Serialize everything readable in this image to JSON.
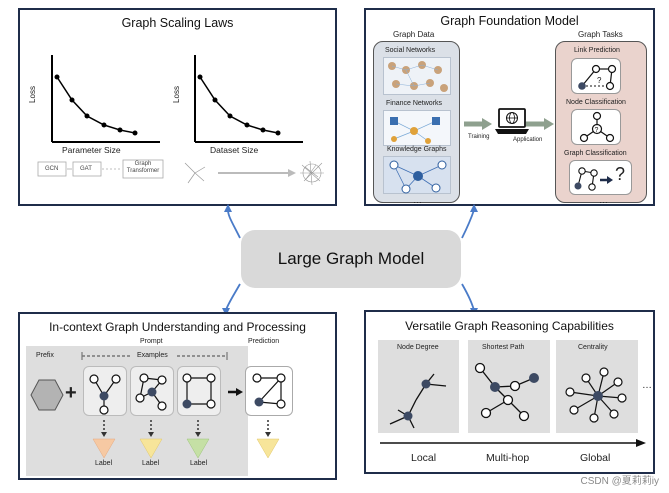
{
  "center_title": "Large Graph Model",
  "panel_scaling": {
    "title": "Graph Scaling Laws",
    "loss_label": "Loss",
    "x_label_left": "Parameter  Size",
    "x_label_right": "Dataset  Size",
    "models": [
      "GCN",
      "GAT",
      "Graph Transformer"
    ]
  },
  "panel_foundation": {
    "title": "Graph Foundation Model",
    "data_header": "Graph Data",
    "tasks_header": "Graph Tasks",
    "data_items": [
      "Social Networks",
      "Finance Networks",
      "Knowledge Graphs"
    ],
    "task_items": [
      "Link Prediction",
      "Node Classification",
      "Graph Classification"
    ],
    "training_label": "Training",
    "application_label": "Application",
    "ellipsis": "…",
    "question": "?"
  },
  "panel_incontext": {
    "title": "In-context Graph Understanding and Processing",
    "prefix_label": "Prefix",
    "prompt_label": "Prompt",
    "examples_label": "Examples",
    "prediction_label": "Prediction",
    "plus": "+",
    "label_texts": [
      "Label",
      "Label",
      "Label"
    ],
    "colors": {
      "label1": "#f6c9a3",
      "label2": "#f7e59a",
      "label3": "#c5e0a5",
      "pred": "#f7e59a"
    }
  },
  "panel_reasoning": {
    "title": "Versatile Graph Reasoning Capabilities",
    "tiles": [
      "Node Degree",
      "Shortest Path",
      "Centrality"
    ],
    "ellipsis": "…",
    "scope": [
      "Local",
      "Multi-hop",
      "Global"
    ]
  },
  "watermark": "CSDN @夏莉莉iy",
  "colors": {
    "node_dark": "#3d4a63",
    "accent_blue": "#4a7bc8",
    "border": "#1f2d4a"
  }
}
